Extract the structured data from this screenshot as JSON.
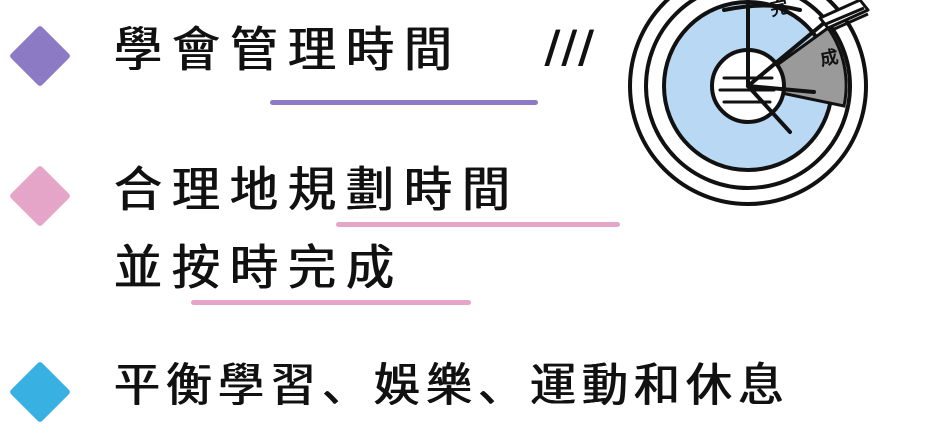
{
  "colors": {
    "purple": "#8C7AC5",
    "pink": "#E4A5C8",
    "blue": "#39B0E2",
    "target_blue": "#B9D8F4",
    "target_gray": "#9A9A9A"
  },
  "items": [
    {
      "text": "學會管理時間",
      "suffix": "///",
      "icon": "diamond-bullet-icon"
    },
    {
      "line1": "合理地規劃時間",
      "line2": "並按時完成",
      "icon": "diamond-bullet-icon"
    },
    {
      "text": "平衡學習、娛樂、運動和休息",
      "icon": "diamond-bullet-icon"
    }
  ],
  "target": {
    "labels": [
      "完",
      "成"
    ],
    "icon": "target-arrow-icon"
  }
}
